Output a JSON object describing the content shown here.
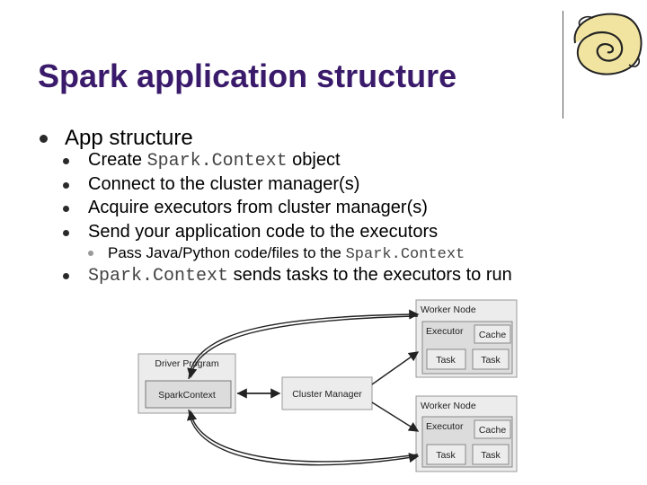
{
  "slide": {
    "title": "Spark application structure"
  },
  "bullets": {
    "level1": "App structure",
    "sub": [
      {
        "pre": "Create ",
        "code": "Spark.Context",
        "post": " object"
      },
      {
        "pre": "Connect to the cluster manager(s)",
        "code": "",
        "post": ""
      },
      {
        "pre": "Acquire executors from cluster manager(s)",
        "code": "",
        "post": ""
      },
      {
        "pre": "Send your application code to the executors",
        "code": "",
        "post": ""
      }
    ],
    "subsub": {
      "pre": "Pass Java/Python code/files to the ",
      "code": "Spark.Context"
    },
    "last": {
      "code": "Spark.Context",
      "post": " sends tasks to the executors to run"
    }
  },
  "diagram": {
    "driver_program": "Driver Program",
    "spark_context": "SparkContext",
    "cluster_manager": "Cluster Manager",
    "worker_nodes": [
      {
        "label": "Worker Node",
        "executor": "Executor",
        "cache": "Cache",
        "tasks": [
          "Task",
          "Task"
        ]
      },
      {
        "label": "Worker Node",
        "executor": "Executor",
        "cache": "Cache",
        "tasks": [
          "Task",
          "Task"
        ]
      }
    ]
  },
  "colors": {
    "title": "#3a1a6a",
    "box_fill": "#ebebeb",
    "inner_fill": "#dcdcdc",
    "arrow": "#222222"
  },
  "icons": {
    "logo": "spiral-scroll-icon"
  }
}
